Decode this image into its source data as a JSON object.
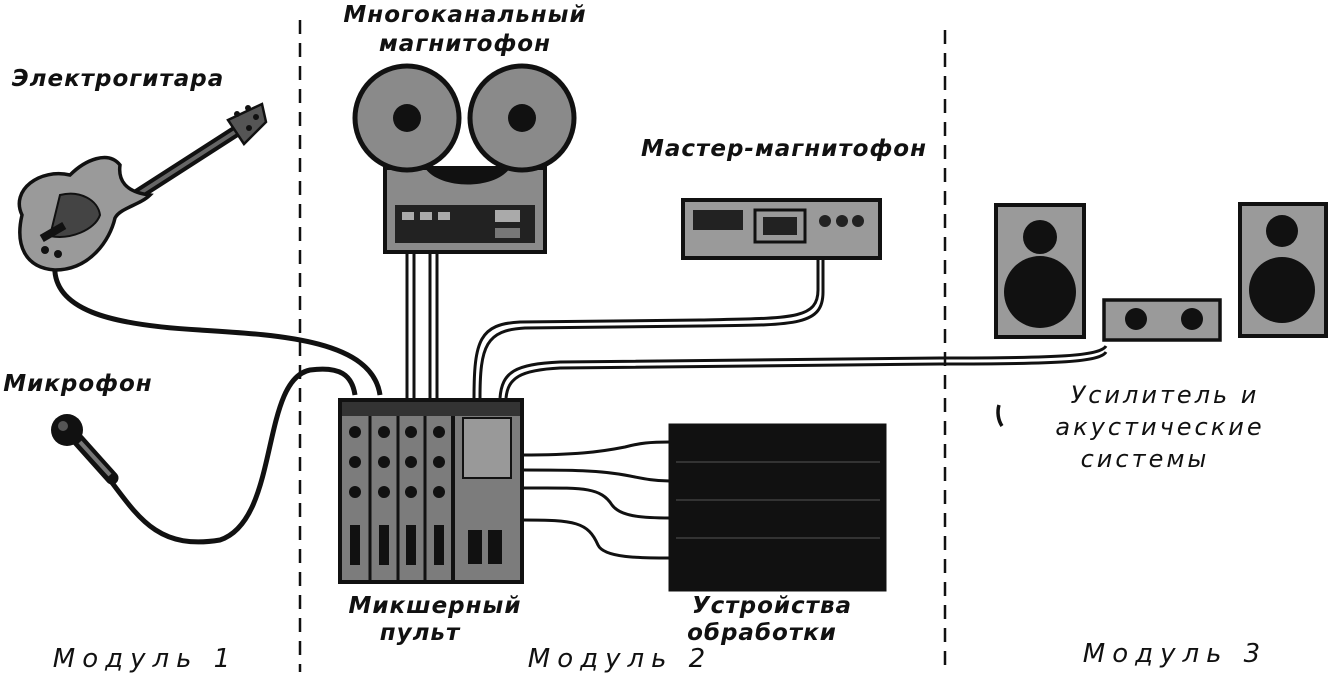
{
  "labels": {
    "guitar": "Электрогитара",
    "microphone": "Микрофон",
    "multitrack_line1": "Многоканальный",
    "multitrack_line2": "магнитофон",
    "master_recorder": "Мастер-магнитофон",
    "mixer_line1": "Микшерный",
    "mixer_line2": "пульт",
    "processing_line1": "Устройства",
    "processing_line2": "обработки",
    "amp_line1": "Усилитель и",
    "amp_line2": "акустические",
    "amp_line3": "системы"
  },
  "modules": {
    "m1": "Модуль 1",
    "m2": "Модуль 2",
    "m3": "Модуль 3"
  },
  "colors": {
    "ink": "#111111",
    "device_gray": "#8a8a8a",
    "paper": "#ffffff"
  }
}
